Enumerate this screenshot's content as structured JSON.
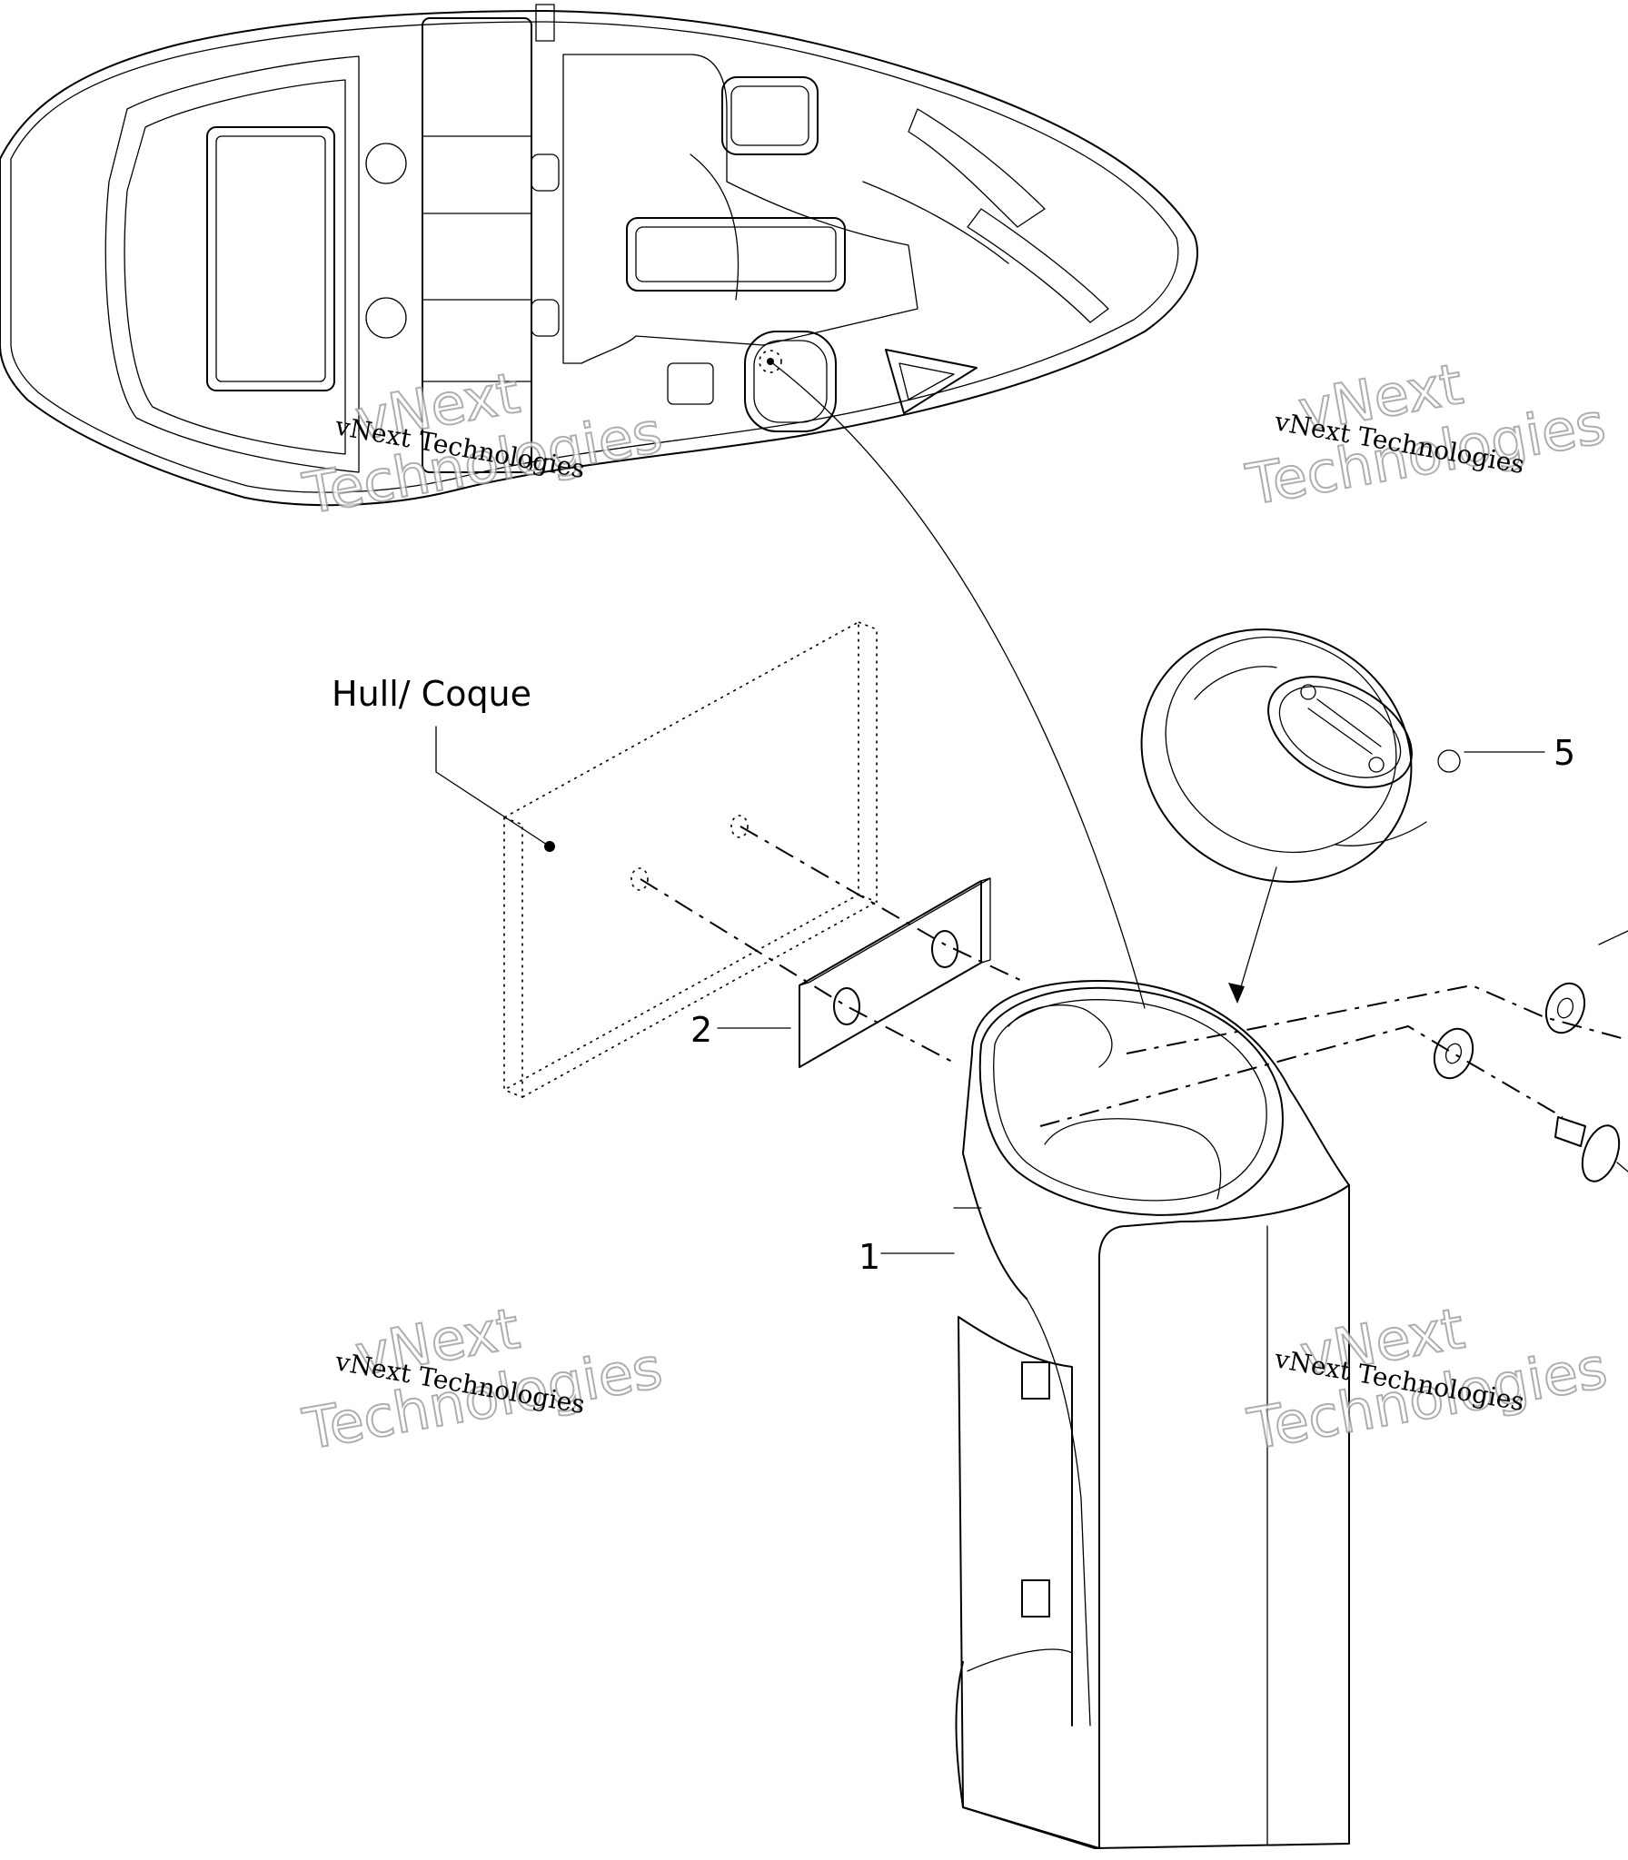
{
  "labels": {
    "hull": "Hull/ Coque",
    "part_1": "1",
    "part_2": "2",
    "part_5": "5"
  },
  "watermark": {
    "small": "vNext Technologies",
    "big_line1": "vNext",
    "big_line2": "Technologies"
  }
}
